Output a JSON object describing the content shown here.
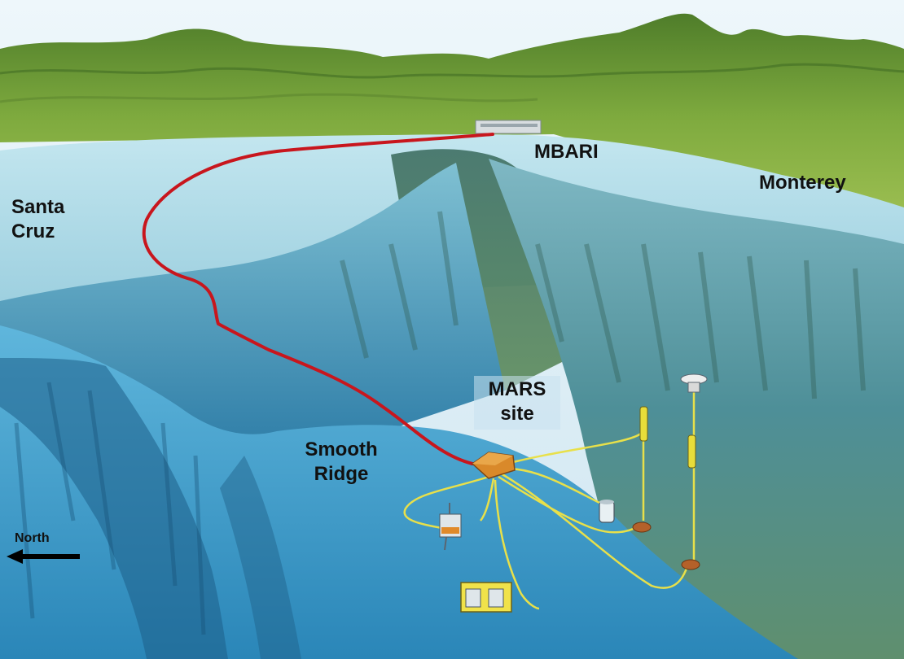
{
  "map": {
    "labels": {
      "mbari": "MBARI",
      "monterey": "Monterey",
      "santa_cruz": [
        "Santa",
        "Cruz"
      ],
      "smooth_ridge": [
        "Smooth",
        "Ridge"
      ],
      "mars_site": [
        "MARS",
        "site"
      ],
      "north": "North"
    },
    "colors": {
      "cable": "#c8161d",
      "instrument_cable": "#e8e04a",
      "sky": "#d8ecf5",
      "land": "#7aa63a",
      "shelf_water": "#a9d7e4",
      "canyon_wall": "#4f8fa6",
      "seafloor": "#3da3cf",
      "node": "#d9892a"
    },
    "icons": [
      "mars-node-icon",
      "instrument-platform-icon",
      "mooring-buoy-icon",
      "north-arrow-icon"
    ]
  }
}
